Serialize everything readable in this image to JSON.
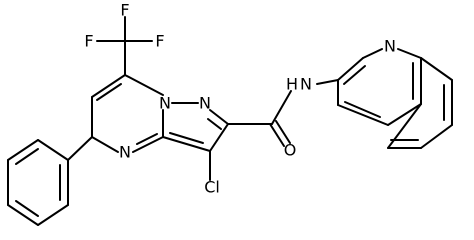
{
  "molecule": {
    "atoms": {
      "f1": "F",
      "f2": "F",
      "f3": "F",
      "n1": "N",
      "n2": "N",
      "nh": "N",
      "h": "H",
      "n_quinoline": "N",
      "n_pyrimidine": "N",
      "oxygen": "O",
      "chlorine": "Cl"
    },
    "bond_color": "#000000"
  }
}
